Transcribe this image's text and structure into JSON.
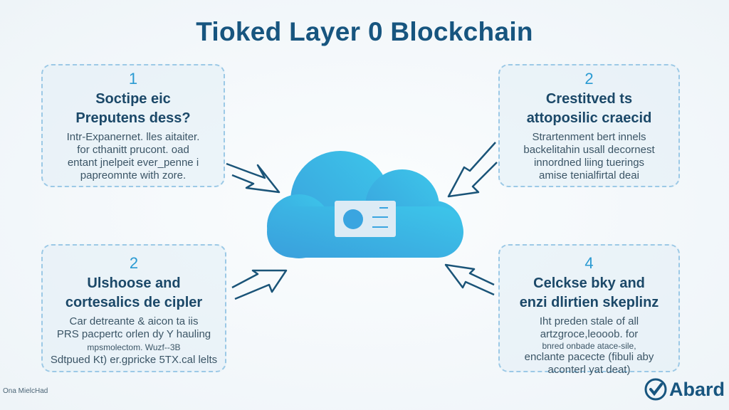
{
  "title": "Tioked Layer 0 Blockchain",
  "boxes": [
    {
      "number": "1",
      "heading": [
        "Soctipe eic",
        "Preputens dess?"
      ],
      "body": [
        "Intr-Expanernet. lles aitaiter.",
        "for cthanitt prucont. oad",
        "entant jnelpeit ever_penne i",
        "papreomnte with zore."
      ]
    },
    {
      "number": "2",
      "heading": [
        "Crestitved ts",
        "attoposilic craecid"
      ],
      "body": [
        "Strartenment bert innels",
        "backelitahin usall decornest",
        "innordned liing tuerings",
        "amise tenialfirtal deai"
      ]
    },
    {
      "number": "2",
      "heading": [
        "Ulshoose and",
        "cortesalics de cipler"
      ],
      "body": [
        "Car detreante & aicon ta iis",
        "PRS pacpertc orlen dy Y hauling",
        "mpsmolectom. Wuzf--3B",
        "Sdtpued Kt) er.gpricke 5TX.cal lelts"
      ]
    },
    {
      "number": "4",
      "heading": [
        "Celckse bky and",
        "enzi dlirtien skeplinz"
      ],
      "body": [
        "Iht preden stale of all",
        "artzgroce,leooob. for",
        "bnred onbade atace-sile,",
        "enclante pacecte (fibuli aby",
        "aconterl yat deat)"
      ]
    }
  ],
  "footer": "Ona MielcHad",
  "logo": "Abard",
  "colors": {
    "title": "#17557f",
    "accent": "#2a9ad2",
    "cloud": "#3fb4e4"
  }
}
